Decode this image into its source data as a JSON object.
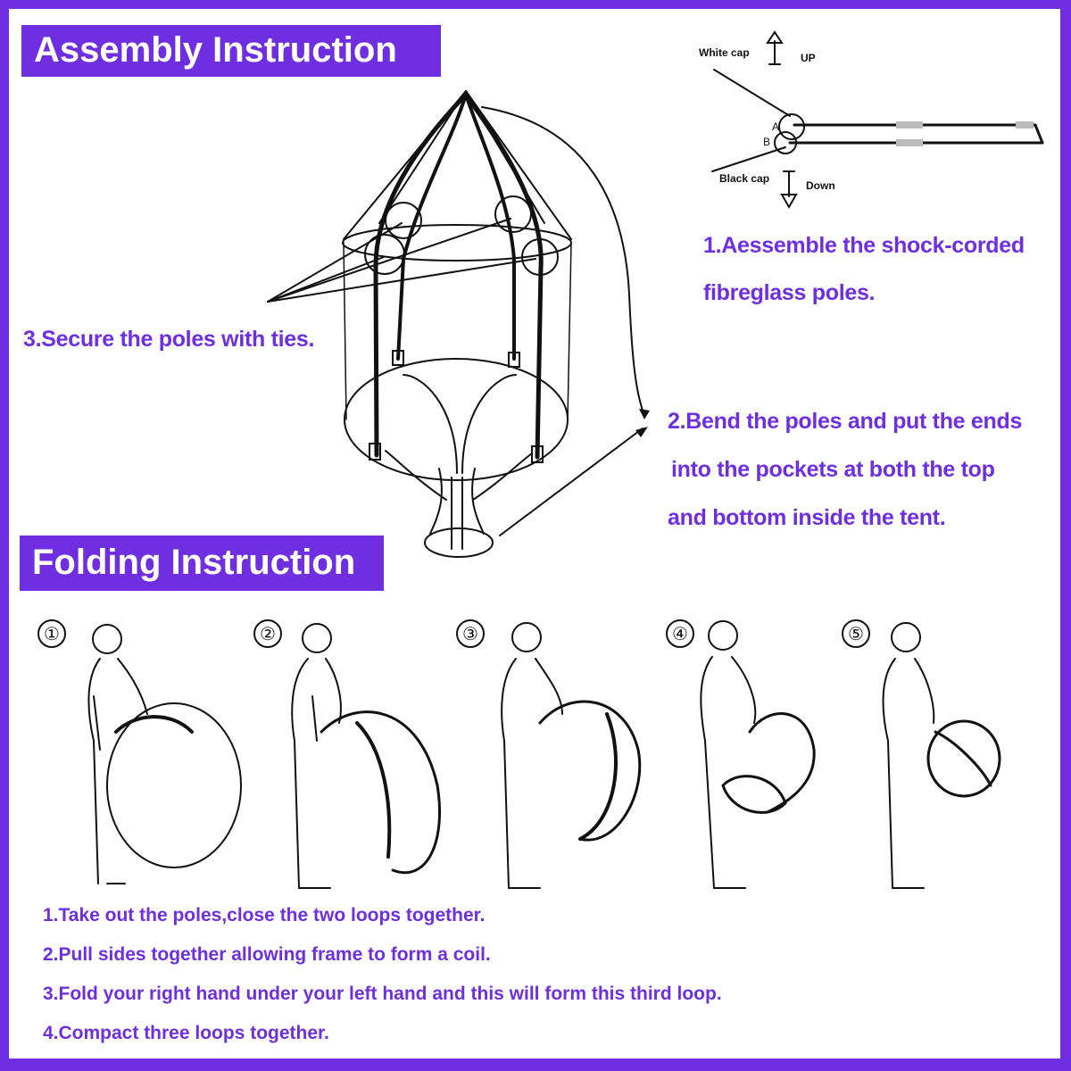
{
  "assembly": {
    "title": "Assembly Instruction",
    "steps": [
      "1.Aessemble the shock-corded",
      "fibreglass poles.",
      "2.Bend the poles and put the ends",
      "into the pockets at both the top",
      "and bottom inside the tent.",
      "3.Secure the poles with ties."
    ],
    "pole_diagram": {
      "white_cap": "White cap",
      "up": "UP",
      "black_cap": "Black cap",
      "down": "Down",
      "point_a": "A",
      "point_b": "B"
    }
  },
  "folding": {
    "title": "Folding Instruction",
    "figure_numbers": [
      "①",
      "②",
      "③",
      "④",
      "⑤"
    ],
    "steps": [
      "1.Take out the poles,close the two loops together.",
      "2.Pull sides together allowing frame to form a coil.",
      "3.Fold your right hand under your left hand and this will form this third loop.",
      "4.Compact three loops together."
    ]
  },
  "colors": {
    "accent": "#6f2fe0",
    "ink": "#111111",
    "background": "#ffffff"
  }
}
